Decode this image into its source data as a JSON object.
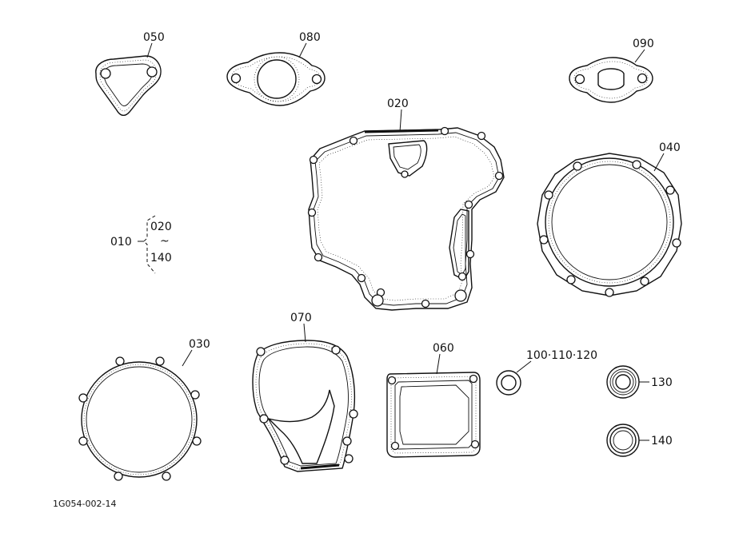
{
  "labels": {
    "p010": "010",
    "p020": "020",
    "p030": "030",
    "p040": "040",
    "p050": "050",
    "p060": "060",
    "p070": "070",
    "p080": "080",
    "p090": "090",
    "p100": "100·110·120",
    "p130": "130",
    "p140": "140",
    "range_start": "020",
    "range_tilde": "~",
    "range_end": "140"
  },
  "figure_code": "1G054-002-14"
}
